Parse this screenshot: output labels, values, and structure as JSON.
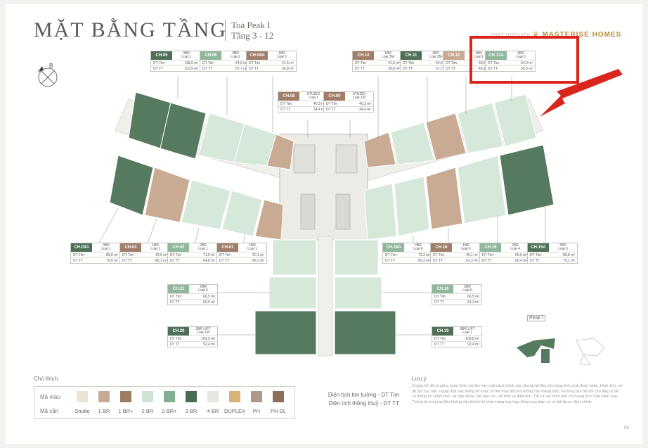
{
  "header": {
    "title": "MẶT BẰNG TẦNG",
    "tower": "Toà Peak I",
    "floors": "Tầng 3 - 12",
    "brand_prefix": "PHÁT TRIỂN BỞI",
    "brand": "MASTERISE HOMES"
  },
  "compass_label": "B",
  "units": [
    {
      "code": "CH.05",
      "type": "3BR",
      "loai": "Loại 1",
      "dt_tim": "DT Tim",
      "tim": "118,9 m²",
      "dt_tt": "DT TT",
      "tt": "103,9 m²",
      "color": "#4f7058"
    },
    {
      "code": "CH.06",
      "type": "2BR",
      "loai": "Loại 2",
      "dt_tim": "DT Tim",
      "tim": "64,6 m²",
      "dt_tt": "DT TT",
      "tt": "57,7 m²",
      "color": "#8fb79c"
    },
    {
      "code": "CH.08A",
      "type": "1BR",
      "loai": "Loại 3",
      "dt_tim": "DT Tim",
      "tim": "41,5 m²",
      "dt_tt": "DT TT",
      "tt": "36,8 m²",
      "color": "#a07e6a"
    },
    {
      "code": "CH.08",
      "type": "STUDIO",
      "loai": "Loại 1",
      "dt_tim": "DT Tim",
      "tim": "40,3 m²",
      "dt_tt": "DT TT",
      "tt": "34,4 m²",
      "color": "#a07e6a"
    },
    {
      "code": "CH.09",
      "type": "STUDIO",
      "loai": "Loại 1M",
      "dt_tim": "DT Tim",
      "tim": "40,3 m²",
      "dt_tt": "DT TT",
      "tt": "34,4 m²",
      "color": "#a07e6a"
    },
    {
      "code": "CH.10",
      "type": "1BR",
      "loai": "Loại 3M",
      "dt_tim": "DT Tim",
      "tim": "41,5 m²",
      "dt_tt": "DT TT",
      "tt": "36,8 m²",
      "color": "#a07e6a"
    },
    {
      "code": "CH.11",
      "type": "2BR",
      "loai": "Loại 2M",
      "dt_tim": "DT Tim",
      "tim": "64,6 m²",
      "dt_tt": "DT TT",
      "tt": "57,7 m²",
      "color": "#4f7058"
    },
    {
      "code": "CH.12",
      "type": "1BR",
      "loai": "Loại 1",
      "dt_tim": "DT Tim",
      "tim": "49,8 m²",
      "dt_tt": "DT TT",
      "tt": "43,1 m²",
      "color": "#c8a88e"
    },
    {
      "code": "CH.12A",
      "type": "2BR",
      "loai": "Loại 3",
      "dt_tim": "DT Tim",
      "tim": "64,0 m²",
      "dt_tt": "DT TT",
      "tt": "56,3 m²",
      "color": "#8fb79c"
    },
    {
      "code": "CH.03A",
      "type": "3BR",
      "loai": "Loại 1",
      "dt_tim": "DT Tim",
      "tim": "89,8 m²",
      "dt_tt": "DT TT",
      "tt": "79,0 m²",
      "color": "#4f7058"
    },
    {
      "code": "CH.03",
      "type": "1BR",
      "loai": "Loại 1",
      "dt_tim": "DT Tim",
      "tim": "49,6 m²",
      "dt_tt": "DT TT",
      "tt": "45,1 m²",
      "color": "#a07e6a"
    },
    {
      "code": "CH.02",
      "type": "2BR",
      "loai": "Loại 1",
      "dt_tim": "DT Tim",
      "tim": "71,0 m²",
      "dt_tt": "DT TT",
      "tt": "64,8 m²",
      "color": "#8fb79c"
    },
    {
      "code": "CH.01",
      "type": "1BR",
      "loai": "Loại 1",
      "dt_tim": "DT Tim",
      "tim": "50,1 m²",
      "dt_tt": "DT TT",
      "tt": "45,3 m²",
      "color": "#a07e6a"
    },
    {
      "code": "CH.16A",
      "type": "2BR",
      "loai": "Loại 6",
      "dt_tim": "DT Tim",
      "tim": "72,3 m²",
      "dt_tt": "DT TT",
      "tt": "65,3 m²",
      "color": "#8fb79c"
    },
    {
      "code": "CH.16",
      "type": "1BR",
      "loai": "Loại 6",
      "dt_tim": "DT Tim",
      "tim": "46,1 m²",
      "dt_tt": "DT TT",
      "tt": "41,3 m²",
      "color": "#a07e6a"
    },
    {
      "code": "CH.15",
      "type": "2BR",
      "loai": "Loại 4",
      "dt_tim": "DT Tim",
      "tim": "66,0 m²",
      "dt_tt": "DT TT",
      "tt": "60,4 m²",
      "color": "#8fb79c"
    },
    {
      "code": "CH.15A",
      "type": "3BR",
      "loai": "Loại 3",
      "dt_tim": "DT Tim",
      "tim": "89,8 m²",
      "dt_tt": "DT TT",
      "tt": "79,1 m²",
      "color": "#4f7058"
    },
    {
      "code": "CH.21",
      "type": "2BR",
      "loai": "Loại 6",
      "dt_tim": "DT Tim",
      "tim": "66,5 m²",
      "dt_tt": "DT TT",
      "tt": "60,9 m²",
      "color": "#8fb79c"
    },
    {
      "code": "CH.18",
      "type": "2BR",
      "loai": "Loại 6",
      "dt_tim": "DT Tim",
      "tim": "66,5 m²",
      "dt_tt": "DT TT",
      "tt": "61,3 m²",
      "color": "#8fb79c"
    },
    {
      "code": "CH.20",
      "type": "3BR LIFT",
      "loai": "Loại 1M",
      "dt_tim": "DT Tim",
      "tim": "109,5 m²",
      "dt_tt": "DT TT",
      "tt": "92,4 m²",
      "color": "#4f7058"
    },
    {
      "code": "CH.19",
      "type": "3BR LIFT",
      "loai": "Loại 1",
      "dt_tim": "DT Tim",
      "tim": "108,8 m²",
      "dt_tt": "DT TT",
      "tt": "92,4 m²",
      "color": "#4f7058"
    }
  ],
  "mini_label": "Peak I",
  "legend": {
    "title": "Chú thích",
    "row1": "Mã màu",
    "row2": "Mã căn",
    "items": [
      {
        "label": "Studio",
        "color": "#ece3d5"
      },
      {
        "label": "1 BR",
        "color": "#c6aa94"
      },
      {
        "label": "1 BR+",
        "color": "#9e7c62"
      },
      {
        "label": "2 BR",
        "color": "#cfe3d5"
      },
      {
        "label": "2 BR+",
        "color": "#82ae92"
      },
      {
        "label": "3 BR",
        "color": "#4a6b54"
      },
      {
        "label": "4 BR",
        "color": "#e8e4de"
      },
      {
        "label": "DUPLEX",
        "color": "#d9b27a"
      },
      {
        "label": "PH",
        "color": "#b09888"
      },
      {
        "label": "PH DL",
        "color": "#8b6f5a"
      }
    ]
  },
  "dt_notes": {
    "line1": "Diện tích tim tường - DT Tim",
    "line2": "Diện tích thông thuỷ - DT TT"
  },
  "note": {
    "title": "Lưu ý",
    "text": "Chúng tôi đã cố gắng hoàn thiện tài liệu này một cách chính xác nhưng tài liệu chỉ mang tính chất tham khảo. Hình ảnh, sơ đồ, bố cục nội - ngoại thất hay thông tin khác có thể thay đổi mà không cần thông báo. Vui lòng liên hệ với chủ đầu tư để có thông tin chính thức về hợp đồng, các tiện ích, nội thất và diện tích. Tất cả các hình ảnh chỉ mang tính chất minh họa. Thông tin trong tài liệu không cấu thành lời chào hàng hay hợp đồng mua bán và có thể được điều chỉnh."
  },
  "page_number": "06"
}
